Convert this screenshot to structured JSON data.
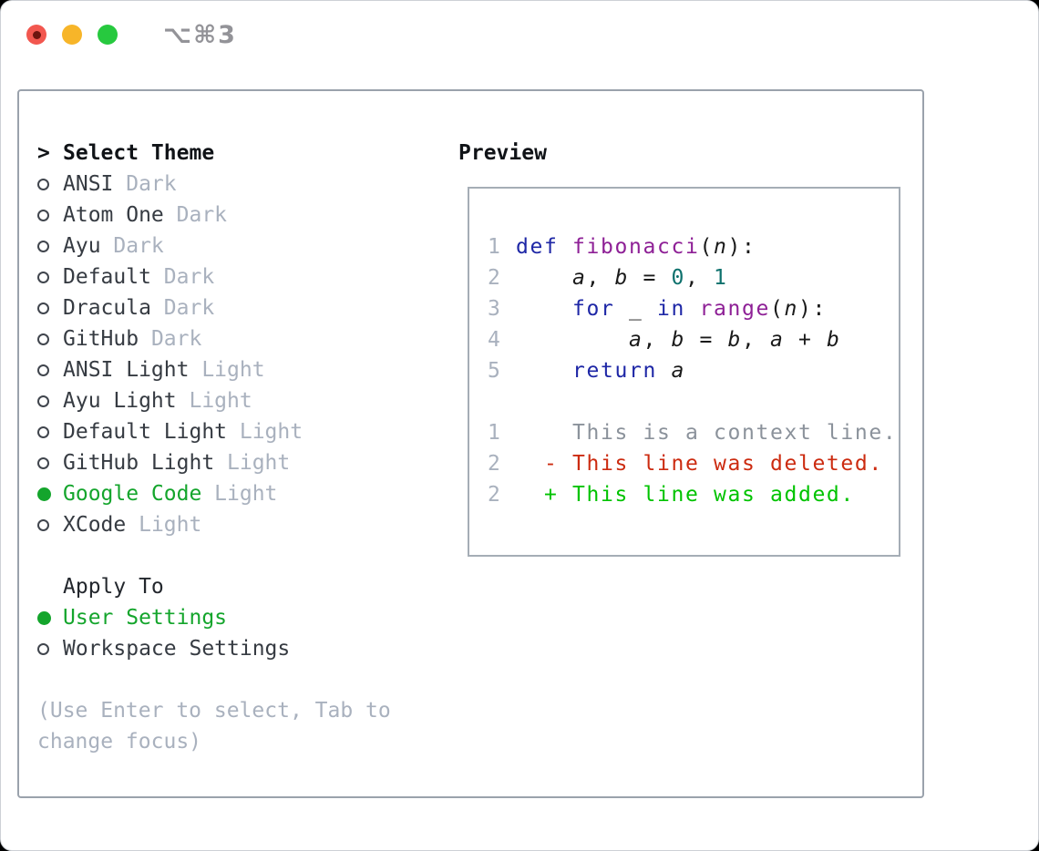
{
  "window": {
    "title": "⌥⌘3"
  },
  "theme_selector": {
    "header_prefix": ">",
    "header_label": "Select Theme",
    "themes": [
      {
        "name": "ANSI",
        "tag": "Dark",
        "selected": false
      },
      {
        "name": "Atom One",
        "tag": "Dark",
        "selected": false
      },
      {
        "name": "Ayu",
        "tag": "Dark",
        "selected": false
      },
      {
        "name": "Default",
        "tag": "Dark",
        "selected": false
      },
      {
        "name": "Dracula",
        "tag": "Dark",
        "selected": false
      },
      {
        "name": "GitHub",
        "tag": "Dark",
        "selected": false
      },
      {
        "name": "ANSI Light",
        "tag": "Light",
        "selected": false
      },
      {
        "name": "Ayu Light",
        "tag": "Light",
        "selected": false
      },
      {
        "name": "Default Light",
        "tag": "Light",
        "selected": false
      },
      {
        "name": "GitHub Light",
        "tag": "Light",
        "selected": false
      },
      {
        "name": "Google Code",
        "tag": "Light",
        "selected": true
      },
      {
        "name": "XCode",
        "tag": "Light",
        "selected": false
      }
    ],
    "apply_to_label": "Apply To",
    "apply_options": [
      {
        "label": "User Settings",
        "selected": true
      },
      {
        "label": "Workspace Settings",
        "selected": false
      }
    ],
    "help_text": "(Use Enter to select, Tab to change focus)"
  },
  "preview": {
    "label": "Preview",
    "lines": [
      {
        "tokens": [
          {
            "t": "1",
            "c": "ln"
          },
          {
            "t": " ",
            "c": "pl"
          },
          {
            "t": "def",
            "c": "kw"
          },
          {
            "t": " ",
            "c": "pl"
          },
          {
            "t": "fibonacci",
            "c": "fn"
          },
          {
            "t": "(",
            "c": "pl"
          },
          {
            "t": "n",
            "c": "var"
          },
          {
            "t": "):",
            "c": "pl"
          }
        ]
      },
      {
        "tokens": [
          {
            "t": "2",
            "c": "ln"
          },
          {
            "t": "     ",
            "c": "pl"
          },
          {
            "t": "a",
            "c": "var"
          },
          {
            "t": ", ",
            "c": "pl"
          },
          {
            "t": "b",
            "c": "var"
          },
          {
            "t": " = ",
            "c": "pl"
          },
          {
            "t": "0",
            "c": "lit"
          },
          {
            "t": ", ",
            "c": "pl"
          },
          {
            "t": "1",
            "c": "lit"
          }
        ]
      },
      {
        "tokens": [
          {
            "t": "3",
            "c": "ln"
          },
          {
            "t": "     ",
            "c": "pl"
          },
          {
            "t": "for",
            "c": "kw"
          },
          {
            "t": " _ ",
            "c": "pl"
          },
          {
            "t": "in",
            "c": "kw"
          },
          {
            "t": " ",
            "c": "pl"
          },
          {
            "t": "range",
            "c": "fn"
          },
          {
            "t": "(",
            "c": "pl"
          },
          {
            "t": "n",
            "c": "var"
          },
          {
            "t": "):",
            "c": "pl"
          }
        ]
      },
      {
        "tokens": [
          {
            "t": "4",
            "c": "ln"
          },
          {
            "t": "         ",
            "c": "pl"
          },
          {
            "t": "a",
            "c": "var"
          },
          {
            "t": ", ",
            "c": "pl"
          },
          {
            "t": "b",
            "c": "var"
          },
          {
            "t": " = ",
            "c": "pl"
          },
          {
            "t": "b",
            "c": "var"
          },
          {
            "t": ", ",
            "c": "pl"
          },
          {
            "t": "a",
            "c": "var"
          },
          {
            "t": " + ",
            "c": "pl"
          },
          {
            "t": "b",
            "c": "var"
          }
        ]
      },
      {
        "tokens": [
          {
            "t": "5",
            "c": "ln"
          },
          {
            "t": "     ",
            "c": "pl"
          },
          {
            "t": "return",
            "c": "kw"
          },
          {
            "t": " ",
            "c": "pl"
          },
          {
            "t": "a",
            "c": "var"
          }
        ]
      },
      {
        "tokens": [
          {
            "t": " ",
            "c": "pl"
          }
        ]
      },
      {
        "tokens": [
          {
            "t": "1",
            "c": "ln"
          },
          {
            "t": "     This is a context line.",
            "c": "ctx"
          }
        ]
      },
      {
        "tokens": [
          {
            "t": "2",
            "c": "ln"
          },
          {
            "t": "   - This line was deleted.",
            "c": "del"
          }
        ]
      },
      {
        "tokens": [
          {
            "t": "2",
            "c": "ln"
          },
          {
            "t": "   + This line was added.",
            "c": "add"
          }
        ]
      }
    ]
  },
  "colors": {
    "selected_green": "#14a52c",
    "added_green": "#00c300",
    "deleted_red": "#cc2b10",
    "keyword_blue": "#1e27a6",
    "function_purple": "#8e2096",
    "literal_teal": "#0e716d",
    "muted_gray": "#a9b1be",
    "panel_border": "#9aa2ac",
    "traffic_red": "#f2574f",
    "traffic_yellow": "#f7b529",
    "traffic_green": "#27c93f"
  }
}
